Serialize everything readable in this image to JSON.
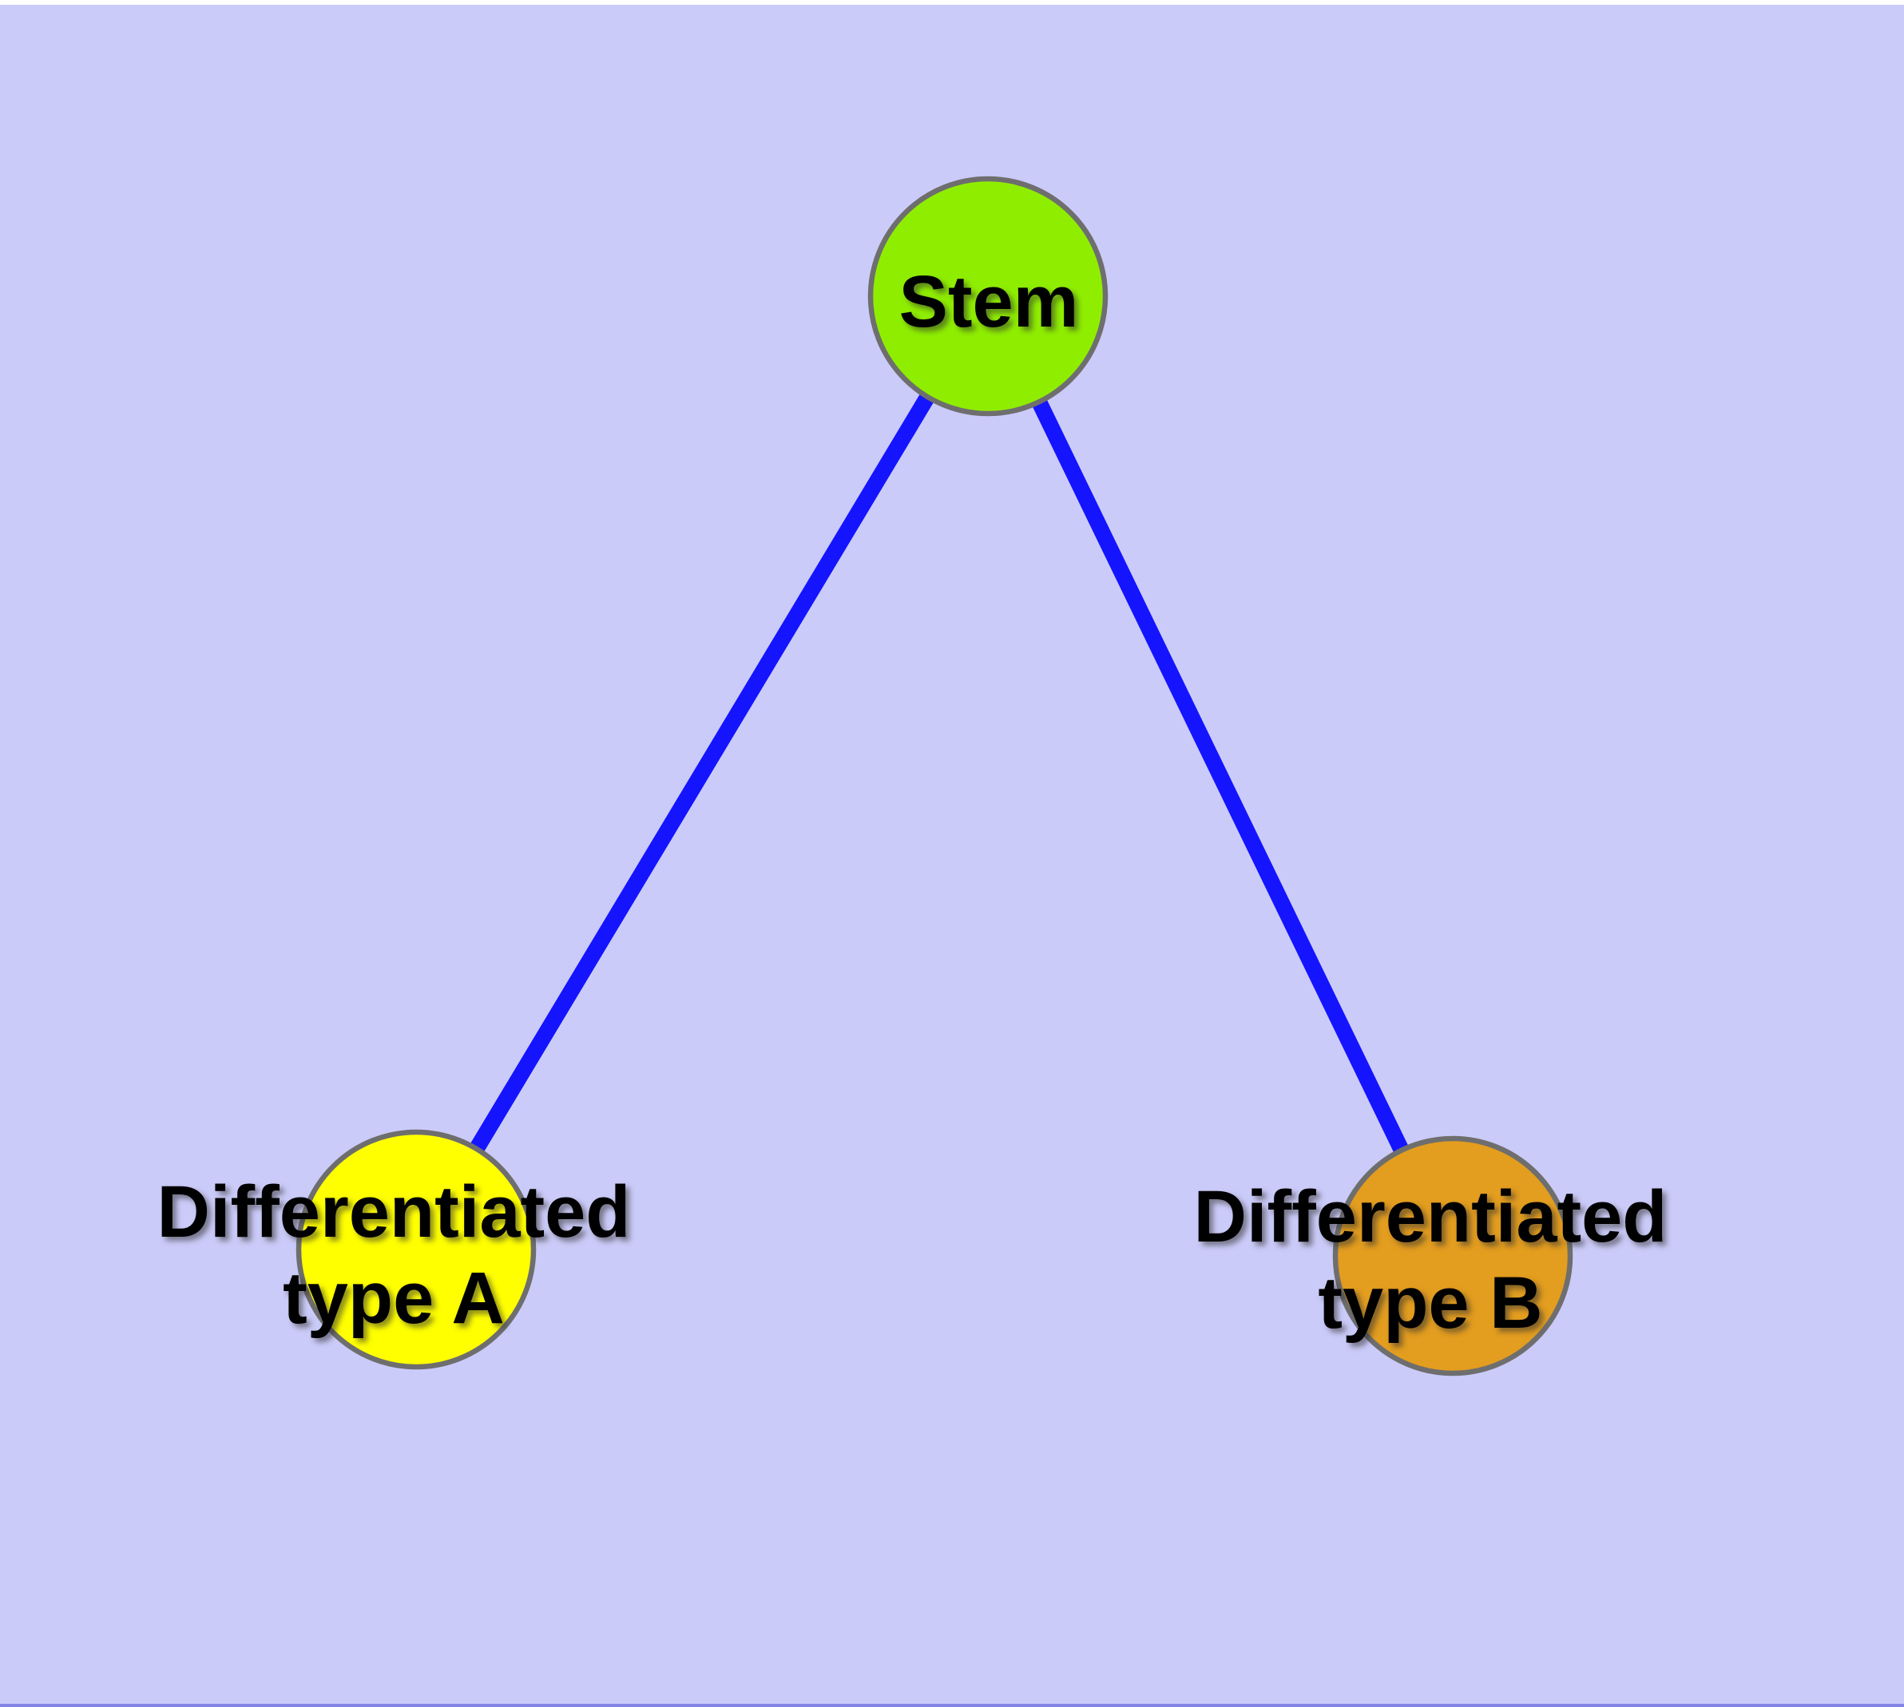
{
  "page": {
    "top_strip_color": "#FFFFFF",
    "panel_color": "#CBCBF9",
    "bottom_strip_color": "#8484E6"
  },
  "graph": {
    "label_color": "#000000",
    "nodes": [
      {
        "id": "stem",
        "label_lines": [
          "Stem"
        ],
        "fill": "#8FEE00",
        "border_color": "#6E6E6E"
      },
      {
        "id": "differentiated-type-a",
        "label_lines": [
          "Differentiated",
          "type A"
        ],
        "fill": "#FFFF00",
        "border_color": "#6E6E6E"
      },
      {
        "id": "differentiated-type-b",
        "label_lines": [
          "Differentiated",
          "type B"
        ],
        "fill": "#E39D1F",
        "border_color": "#6E6E6E"
      }
    ],
    "edges": [
      {
        "from": "stem",
        "to": "differentiated-type-a",
        "color": "#1414FF"
      },
      {
        "from": "stem",
        "to": "differentiated-type-b",
        "color": "#1414FF"
      }
    ]
  }
}
